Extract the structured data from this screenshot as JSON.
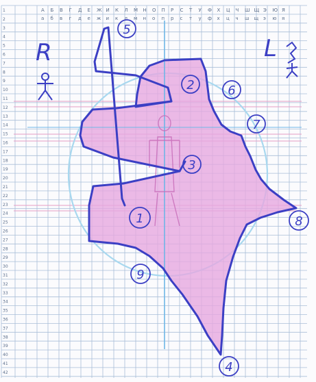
{
  "header_row1": [
    "A",
    "Б",
    "В",
    "Г",
    "Д",
    "Е",
    "Ж",
    "И",
    "К",
    "Л",
    "М",
    "Н",
    "О",
    "П",
    "Р",
    "С",
    "Т",
    "У",
    "Ф",
    "Х",
    "Ц",
    "Ч",
    "Ш",
    "Щ",
    "Э",
    "Ю",
    "Я"
  ],
  "header_row2": [
    "а",
    "б",
    "в",
    "г",
    "д",
    "е",
    "ж",
    "и",
    "к",
    "л",
    "м",
    "н",
    "о",
    "п",
    "р",
    "с",
    "т",
    "у",
    "ф",
    "х",
    "ц",
    "ч",
    "ш",
    "щ",
    "э",
    "ю",
    "я"
  ],
  "row_numbers": [
    "1",
    "2",
    "3",
    "4",
    "5",
    "6",
    "7",
    "8",
    "9",
    "10",
    "11",
    "12",
    "13",
    "14",
    "15",
    "16",
    "17",
    "18",
    "19",
    "20",
    "21",
    "22",
    "23",
    "24",
    "25",
    "26",
    "27",
    "28",
    "29",
    "30",
    "31",
    "32",
    "33",
    "34",
    "35",
    "36",
    "37",
    "38",
    "39",
    "40",
    "41",
    "42"
  ],
  "corner_left_letter": "R",
  "corner_right_letter": "L",
  "points": [
    {
      "label": "1"
    },
    {
      "label": "2"
    },
    {
      "label": "3"
    },
    {
      "label": "4"
    },
    {
      "label": "5"
    },
    {
      "label": "6"
    },
    {
      "label": "7"
    },
    {
      "label": "8"
    },
    {
      "label": "9"
    }
  ],
  "colors": {
    "grid": "#a9bed8",
    "grid_header": "#c9d6e6",
    "fill": "#e7a7df",
    "ink": "#3b3fc4",
    "circle": "#a8d8ef",
    "axis": "#6eb6e6",
    "band": "#e6a3c8"
  }
}
